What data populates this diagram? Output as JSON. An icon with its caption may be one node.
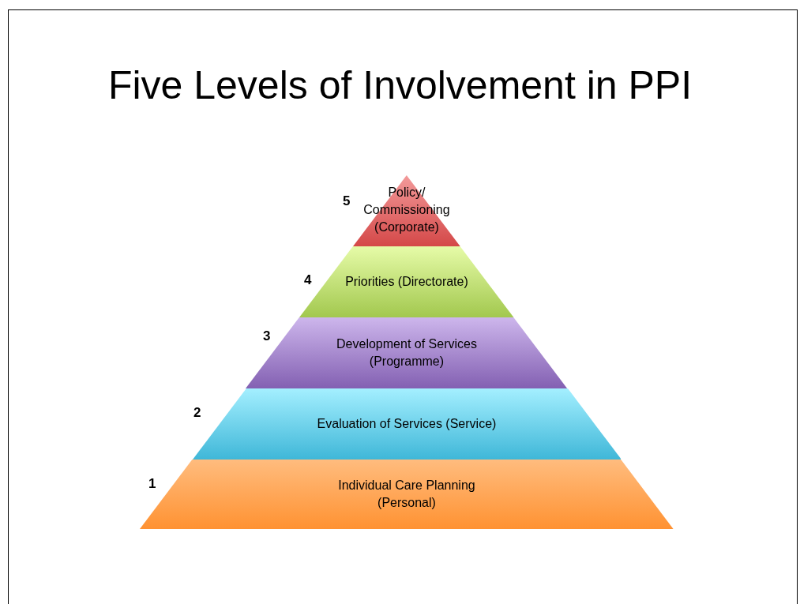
{
  "diagram": {
    "title": "Five Levels of Involvement in PPI",
    "nodes": [
      {
        "text": [
          "Policy/ Commissioning (Corporate)"
        ],
        "beside": [
          "5"
        ]
      },
      {
        "text": [
          "Priorities (Directorate)"
        ],
        "beside": [
          "4"
        ]
      },
      {
        "text": [
          "Development of Services (Programme)"
        ],
        "beside": [
          "3"
        ]
      },
      {
        "text": [
          "Evaluation of Services (Service)"
        ],
        "beside": [
          "2"
        ]
      },
      {
        "text": [
          "Individual Care Planning (Personal)"
        ],
        "beside": [
          "1"
        ]
      }
    ]
  }
}
